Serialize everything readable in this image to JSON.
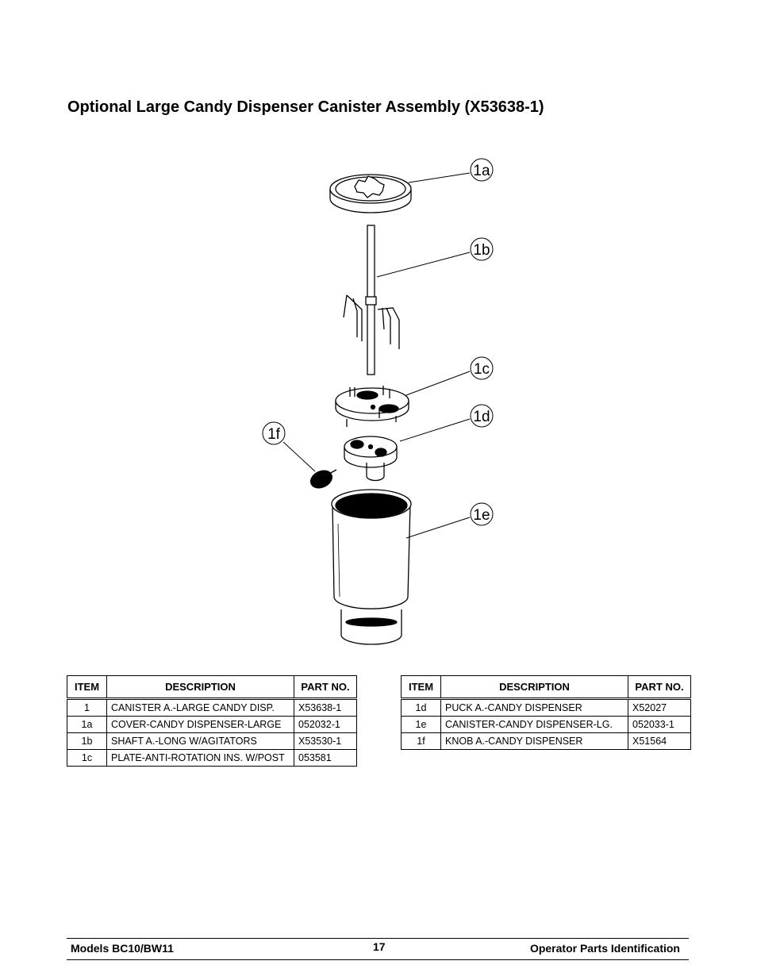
{
  "page": {
    "title": "Optional Large Candy Dispenser Canister Assembly (X53638-1)"
  },
  "diagram": {
    "callouts": [
      "1a",
      "1b",
      "1c",
      "1d",
      "1e",
      "1f"
    ]
  },
  "table": {
    "headers": [
      "ITEM",
      "DESCRIPTION",
      "PART NO."
    ],
    "left_rows": [
      {
        "item": "1",
        "description": "CANISTER A.-LARGE CANDY DISP.",
        "part": "X53638-1"
      },
      {
        "item": "1a",
        "description": "COVER-CANDY DISPENSER-LARGE",
        "part": "052032-1"
      },
      {
        "item": "1b",
        "description": "SHAFT A.-LONG W/AGITATORS",
        "part": "X53530-1"
      },
      {
        "item": "1c",
        "description": "PLATE-ANTI-ROTATION INS. W/POST",
        "part": "053581"
      }
    ],
    "right_rows": [
      {
        "item": "1d",
        "description": "PUCK A.-CANDY DISPENSER",
        "part": "X52027"
      },
      {
        "item": "1e",
        "description": "CANISTER-CANDY DISPENSER-LG.",
        "part": "052033-1"
      },
      {
        "item": "1f",
        "description": "KNOB A.-CANDY DISPENSER",
        "part": "X51564"
      }
    ]
  },
  "footer": {
    "left": "Models BC10/BW11",
    "page_number": "17",
    "right": "Operator Parts Identification"
  }
}
